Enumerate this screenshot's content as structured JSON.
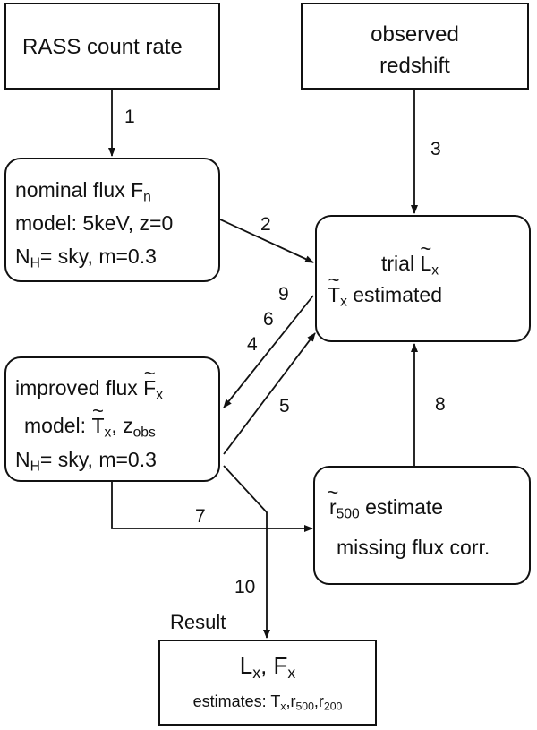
{
  "nodes": {
    "rass": {
      "text": "RASS count rate"
    },
    "observed": {
      "line1": "observed",
      "line2": "redshift"
    },
    "nominal": {
      "line1": "nominal flux F",
      "line1_sub": "n",
      "line2": "model: 5keV, z=0",
      "line3_a": "N",
      "line3_sub": "H",
      "line3_b": "= sky, m=0.3"
    },
    "trial": {
      "line1_a": "trial ",
      "line1_sym": "L",
      "line1_sub": "x",
      "line2_sym": "T",
      "line2_sub": "x",
      "line2_b": " estimated"
    },
    "improved": {
      "line1_a": "improved flux ",
      "line1_sym": "F",
      "line1_sub": "x",
      "line2_a": "model: ",
      "line2_sym": "T",
      "line2_sub": "x",
      "line2_b": ", z",
      "line2_sub2": "obs",
      "line3_a": "N",
      "line3_sub": "H",
      "line3_b": "= sky, m=0.3"
    },
    "r500": {
      "line1_sym": "r",
      "line1_sub": "500",
      "line1_b": " estimate",
      "line2": "missing flux corr."
    },
    "result": {
      "title": "Result",
      "line1_a": "L",
      "line1_sub": "x",
      "line1_b": ", F",
      "line1_sub2": "x",
      "line2_a": "estimates: T",
      "line2_sub1": "x",
      "line2_b": ",r",
      "line2_sub2": "500",
      "line2_c": ",r",
      "line2_sub3": "200"
    }
  },
  "edges": [
    "1",
    "2",
    "3",
    "4",
    "5",
    "6",
    "7",
    "8",
    "9",
    "10"
  ]
}
